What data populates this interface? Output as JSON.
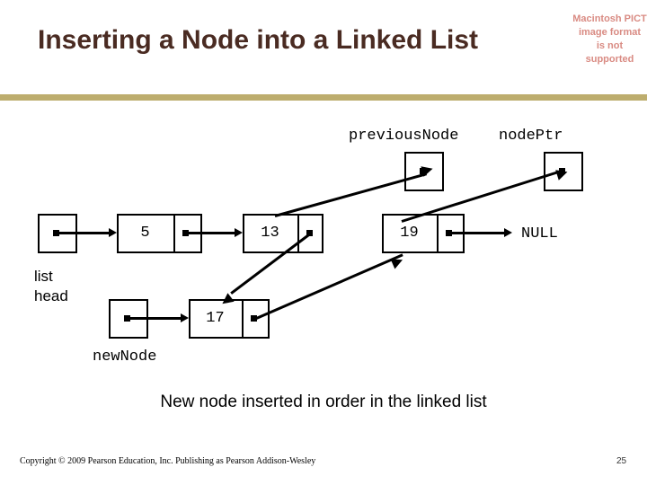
{
  "slide": {
    "title": "Inserting a Node into a Linked List",
    "pict_placeholder": {
      "line1": "Macintosh PICT",
      "line2": "image format",
      "line3": "is not supported",
      "color": "#d98b83"
    },
    "accent_bar_color": "#bdad6e",
    "title_color": "#4a2b22"
  },
  "diagram": {
    "pointer_labels": {
      "previous_node": "previousNode",
      "node_ptr": "nodePtr",
      "new_node": "newNode"
    },
    "list_head_label_line1": "list",
    "list_head_label_line2": "head",
    "null_label": "NULL",
    "list_nodes": [
      {
        "value": "5"
      },
      {
        "value": "13"
      },
      {
        "value": "19"
      }
    ],
    "new_node": {
      "value": "17"
    }
  },
  "caption": "New node inserted in order in the linked list",
  "footer": {
    "copyright": "Copyright © 2009 Pearson Education, Inc. Publishing as Pearson Addison-Wesley",
    "page_number": "25"
  }
}
